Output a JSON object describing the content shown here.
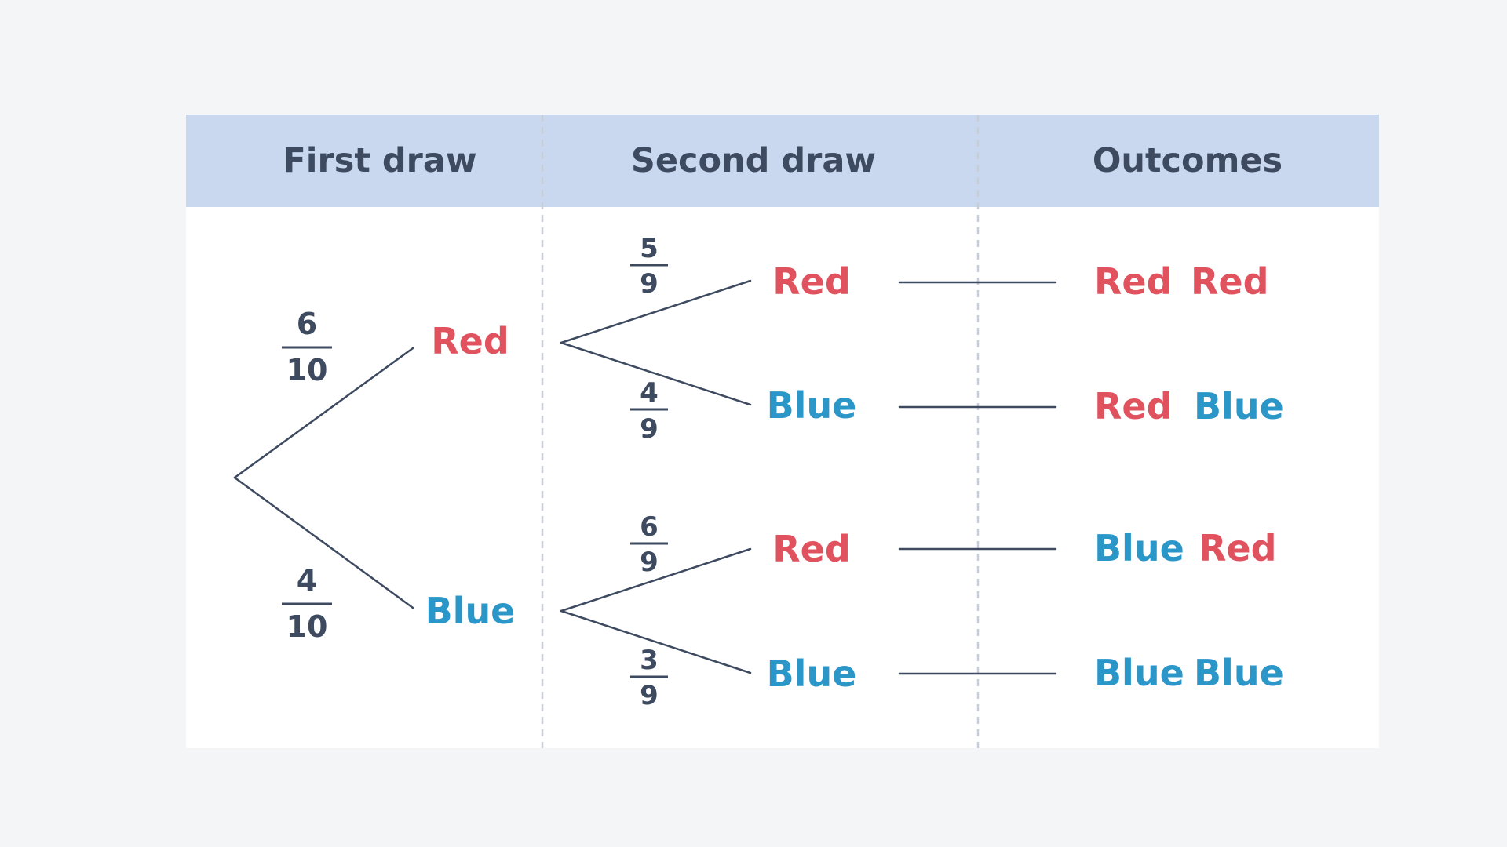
{
  "colors": {
    "page_bg": "#f4f5f7",
    "header_bg": "#c9d8ee",
    "panel_bg": "#ffffff",
    "ink": "#3d4a5f",
    "divider": "#c8ced8",
    "red": "#e0535e",
    "blue": "#2b97c8"
  },
  "headers": {
    "first_draw": "First draw",
    "second_draw": "Second draw",
    "outcomes": "Outcomes"
  },
  "first_draw": {
    "red": {
      "label": "Red",
      "prob_num": "6",
      "prob_den": "10"
    },
    "blue": {
      "label": "Blue",
      "prob_num": "4",
      "prob_den": "10"
    }
  },
  "second_draw": {
    "after_red": {
      "red": {
        "label": "Red",
        "prob_num": "5",
        "prob_den": "9"
      },
      "blue": {
        "label": "Blue",
        "prob_num": "4",
        "prob_den": "9"
      }
    },
    "after_blue": {
      "red": {
        "label": "Red",
        "prob_num": "6",
        "prob_den": "9"
      },
      "blue": {
        "label": "Blue",
        "prob_num": "3",
        "prob_den": "9"
      }
    }
  },
  "outcomes": [
    {
      "first": "Red",
      "second": "Red"
    },
    {
      "first": "Red",
      "second": "Blue"
    },
    {
      "first": "Blue",
      "second": "Red"
    },
    {
      "first": "Blue",
      "second": "Blue"
    }
  ]
}
